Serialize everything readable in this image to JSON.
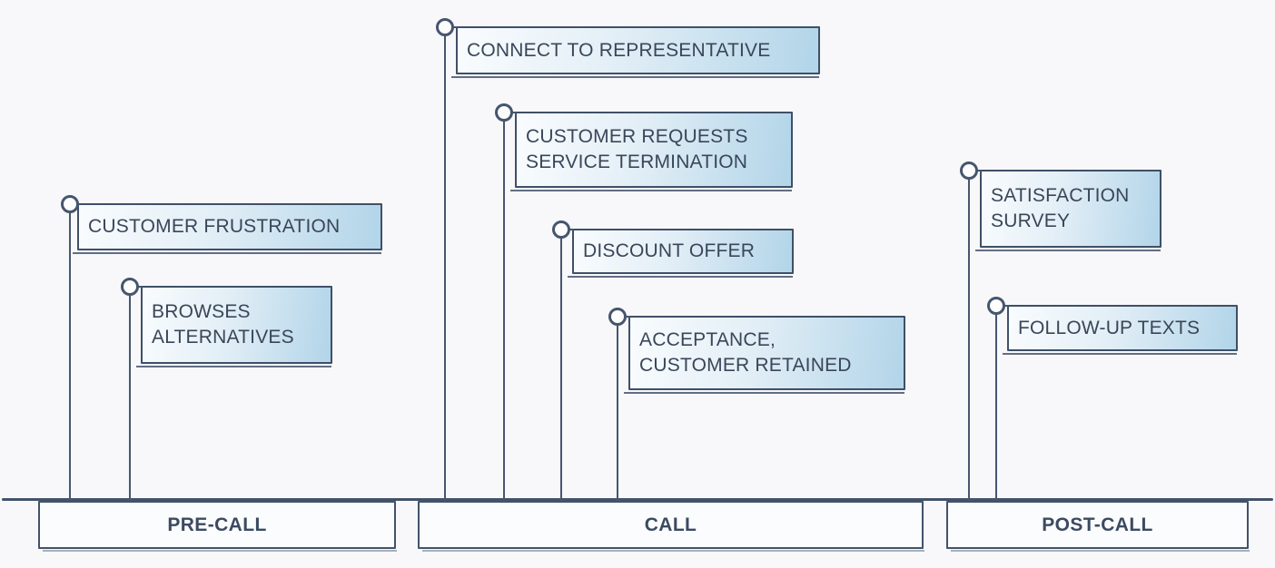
{
  "background_color": "#f8f8fa",
  "colors": {
    "stroke": "#42536a",
    "text": "#3a4659",
    "flag_fill_light": "#f9fcfe",
    "flag_fill_blue": "#b2d5e9",
    "phase_fill": "#fbfcfd"
  },
  "phases": [
    {
      "label": "PRE-CALL"
    },
    {
      "label": "CALL"
    },
    {
      "label": "POST-CALL"
    }
  ],
  "flags": [
    {
      "name": "customer-frustration",
      "phase": "PRE-CALL",
      "lines": [
        "CUSTOMER FRUSTRATION"
      ]
    },
    {
      "name": "browses-alternatives",
      "phase": "PRE-CALL",
      "lines": [
        "BROWSES",
        "ALTERNATIVES"
      ]
    },
    {
      "name": "connect-to-representative",
      "phase": "CALL",
      "lines": [
        "CONNECT TO REPRESENTATIVE"
      ]
    },
    {
      "name": "customer-requests-service-termination",
      "phase": "CALL",
      "lines": [
        "CUSTOMER REQUESTS",
        "SERVICE TERMINATION"
      ]
    },
    {
      "name": "discount-offer",
      "phase": "CALL",
      "lines": [
        "DISCOUNT OFFER"
      ]
    },
    {
      "name": "acceptance-customer-retained",
      "phase": "CALL",
      "lines": [
        "ACCEPTANCE,",
        "CUSTOMER RETAINED"
      ]
    },
    {
      "name": "satisfaction-survey",
      "phase": "POST-CALL",
      "lines": [
        "SATISFACTION",
        "SURVEY"
      ]
    },
    {
      "name": "follow-up-texts",
      "phase": "POST-CALL",
      "lines": [
        "FOLLOW-UP TEXTS"
      ]
    }
  ]
}
